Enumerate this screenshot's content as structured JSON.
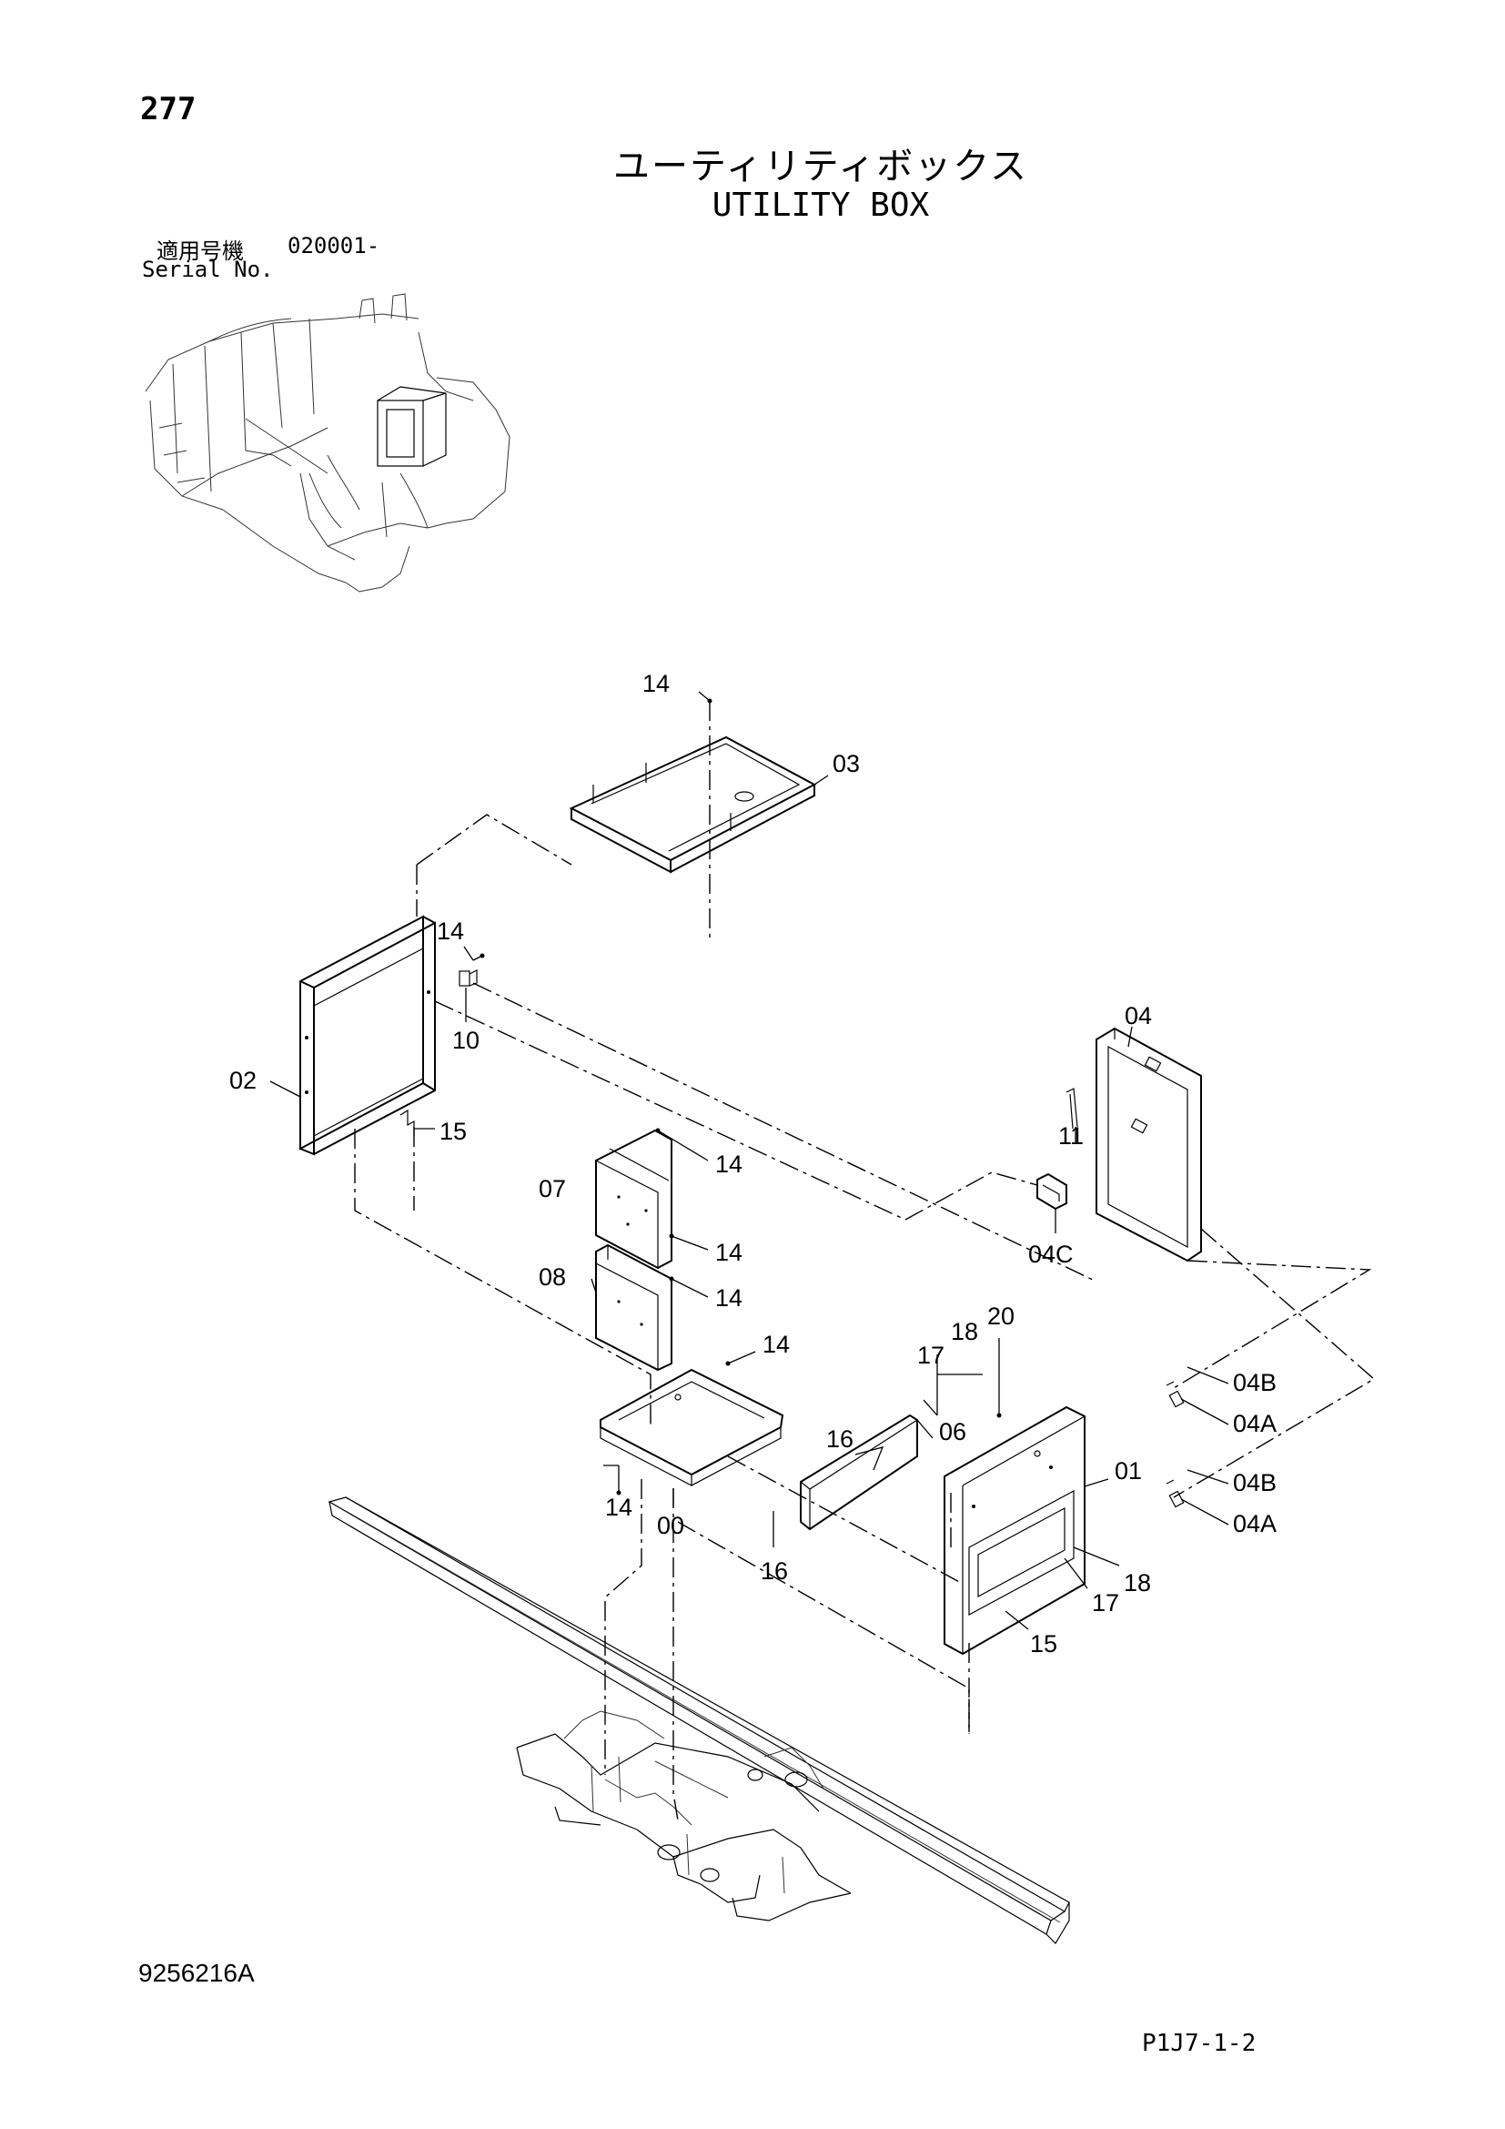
{
  "header": {
    "page_number": "277",
    "title_jp": "ユーティリティボックス",
    "title_en": "UTILITY BOX",
    "serial_label_jp": "適用号機",
    "serial_value": "020001-",
    "serial_label_en": "Serial No."
  },
  "footer": {
    "drawing_number": "9256216A",
    "page_code": "P1J7-1-2"
  },
  "callouts": {
    "c14_top": "14",
    "c03": "03",
    "c14_hinge": "14",
    "c10": "10",
    "c02": "02",
    "c15_left": "15",
    "c04": "04",
    "c11": "11",
    "c04C": "04C",
    "c14_a": "14",
    "c07": "07",
    "c14_b": "14",
    "c08": "08",
    "c14_c": "14",
    "c14_d": "14",
    "c18_top": "18",
    "c20": "20",
    "c17_top": "17",
    "c04B_1": "04B",
    "c04A_1": "04A",
    "c16_top": "16",
    "c06": "06",
    "c01": "01",
    "c04B_2": "04B",
    "c04A_2": "04A",
    "c14_e": "14",
    "c00": "00",
    "c16_bottom": "16",
    "c18_bottom": "18",
    "c17_bottom": "17",
    "c15_bottom": "15"
  }
}
